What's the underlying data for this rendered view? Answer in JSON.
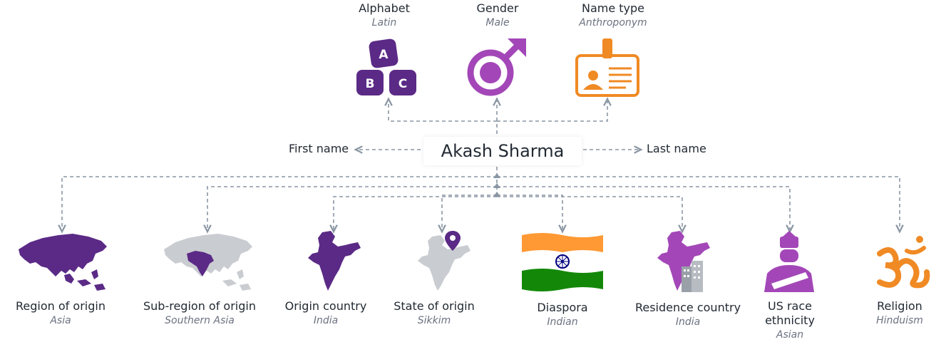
{
  "full_name": "Akash Sharma",
  "first_name_label": "First name",
  "last_name_label": "Last name",
  "top_attributes": [
    {
      "label": "Alphabet",
      "value": "Latin",
      "icon": "abc-blocks-icon",
      "color": "#5b2a86"
    },
    {
      "label": "Gender",
      "value": "Male",
      "icon": "male-symbol-icon",
      "color": "#a347b8"
    },
    {
      "label": "Name type",
      "value": "Anthroponym",
      "icon": "id-badge-icon",
      "color": "#f08a24"
    }
  ],
  "icon_letters": [
    "A",
    "B",
    "C"
  ],
  "bottom_attributes": [
    {
      "label": "Region of origin",
      "value": "Asia",
      "icon": "asia-map-icon"
    },
    {
      "label": "Sub-region of origin",
      "value": "Southern Asia",
      "icon": "southern-asia-map-icon"
    },
    {
      "label": "Origin country",
      "value": "India",
      "icon": "india-map-icon"
    },
    {
      "label": "State of origin",
      "value": "Sikkim",
      "icon": "india-state-pin-icon"
    },
    {
      "label": "Diaspora",
      "value": "Indian",
      "icon": "india-flag-icon"
    },
    {
      "label": "Residence country",
      "value": "India",
      "icon": "india-residence-map-icon"
    },
    {
      "label": "US race ethnicity",
      "label_line1": "US race",
      "label_line2": "ethnicity",
      "value": "Asian",
      "icon": "person-with-hat-icon"
    },
    {
      "label": "Religion",
      "value": "Hinduism",
      "icon": "om-symbol-icon"
    }
  ],
  "colors": {
    "purple": "#5b2a86",
    "magenta": "#a347b8",
    "orange": "#f08a24",
    "connector": "#8a96a3",
    "grey_map": "#c9ccd1",
    "saffron": "#ff9933",
    "green": "#138808",
    "navy": "#000080"
  }
}
